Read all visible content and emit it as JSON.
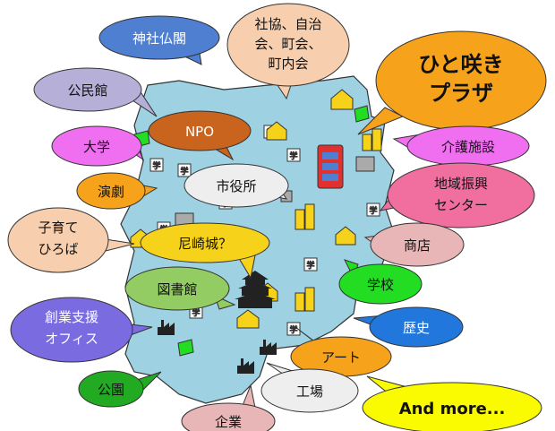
{
  "diagram": {
    "center_label": "ひと咲き\nプラザ",
    "bubbles": [
      {
        "id": "shrine",
        "label": "神社仏閣"
      },
      {
        "id": "assoc",
        "label": "社協、自治\n会、町会、\n町内会"
      },
      {
        "id": "kominkan",
        "label": "公民館"
      },
      {
        "id": "npo",
        "label": "NPO"
      },
      {
        "id": "univ",
        "label": "大学"
      },
      {
        "id": "care",
        "label": "介護施設"
      },
      {
        "id": "cityhall",
        "label": "市役所"
      },
      {
        "id": "theater",
        "label": "演劇"
      },
      {
        "id": "regional",
        "label": "地域振興\nセンター"
      },
      {
        "id": "kids",
        "label": "子育て\nひろば"
      },
      {
        "id": "castle",
        "label": "尼崎城？"
      },
      {
        "id": "shop",
        "label": "商店"
      },
      {
        "id": "library",
        "label": "図書館"
      },
      {
        "id": "school",
        "label": "学校"
      },
      {
        "id": "startup",
        "label": "創業支援\nオフィス"
      },
      {
        "id": "history",
        "label": "歴史"
      },
      {
        "id": "art",
        "label": "アート"
      },
      {
        "id": "park",
        "label": "公園"
      },
      {
        "id": "factory",
        "label": "工場"
      },
      {
        "id": "company",
        "label": "企業"
      },
      {
        "id": "more",
        "label": "And more..."
      }
    ],
    "school_mark": "学",
    "colors": {
      "map": "#9ed1e2",
      "blue": "#4f7fd0",
      "peach": "#f7cfae",
      "lavender": "#b6b0d8",
      "orange": "#f7a21b",
      "brown": "#c8641d",
      "magenta": "#f06ef0",
      "light": "#eeeeee",
      "pink": "#f06f9f",
      "yellow": "#f7d21b",
      "green": "#93cc63",
      "rose": "#e8b6b6",
      "lime": "#22dd22",
      "purple": "#7b6be0",
      "sky": "#2277dd",
      "darkgreen": "#22aa22",
      "yellow2": "#fafa00"
    }
  }
}
